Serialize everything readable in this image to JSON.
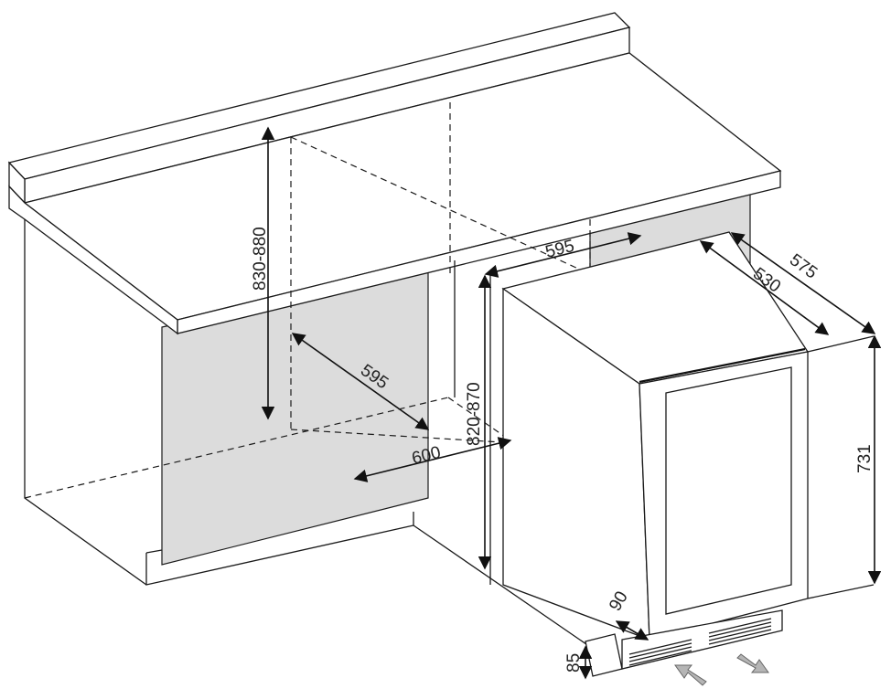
{
  "dimensions": {
    "counter_height": "830-880",
    "niche_width": "595",
    "niche_depth": "600",
    "appliance_height_range": "820-870",
    "appliance_width": "595",
    "appliance_depth_body": "530",
    "appliance_depth_total": "575",
    "appliance_height": "731",
    "door_offset": "90",
    "plinth_height": "85"
  },
  "colors": {
    "line": "#1a1a1a",
    "panel": "#dcdcdc",
    "airflow": "#b5b5b5"
  }
}
